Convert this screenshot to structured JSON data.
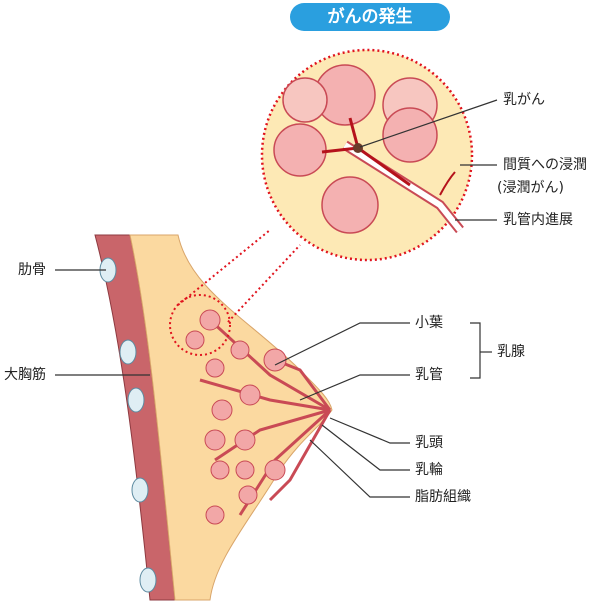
{
  "title": "がんの発生",
  "inset_labels": {
    "cancer": "乳がん",
    "invasion": "間質への浸潤",
    "invasive_cancer": "(浸潤がん)",
    "intraductal_spread": "乳管内進展"
  },
  "anatomy_labels": {
    "rib": "肋骨",
    "pectoralis_major": "大胸筋",
    "lobule": "小葉",
    "duct": "乳管",
    "mammary_gland": "乳腺",
    "nipple": "乳頭",
    "areola": "乳輪",
    "fat": "脂肪組織"
  },
  "colors": {
    "title_bg": "#2a9fdf",
    "fat": "#fbd9a0",
    "gland": "#f2a7a7",
    "duct": "#c94a55",
    "muscle": "#c9656a",
    "highlight": "#e0141e"
  }
}
